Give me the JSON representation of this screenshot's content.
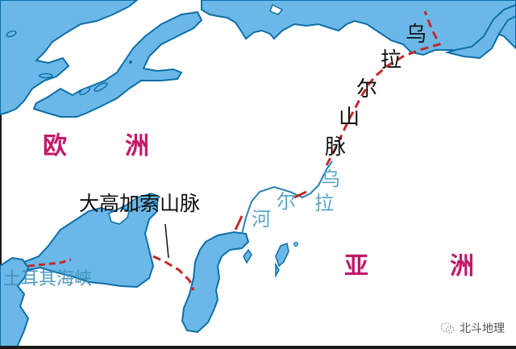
{
  "map": {
    "colors": {
      "water": "#6bb8e8",
      "coast": "#0d6fa8",
      "land": "#ffffff",
      "boundary": "#c62828",
      "continent_label": "#c2186a",
      "river_label": "#5aa6c8"
    },
    "continents": [
      {
        "name": "欧",
        "id": "europe-1"
      },
      {
        "name": "洲",
        "id": "europe-2"
      },
      {
        "name": "亚",
        "id": "asia-1"
      },
      {
        "name": "洲",
        "id": "asia-2"
      }
    ],
    "mountains": {
      "ural": [
        "乌",
        "拉",
        "尔",
        "山",
        "脉"
      ],
      "caucasus": "大高加索山脉"
    },
    "river": {
      "ural_river": [
        "乌",
        "拉",
        "尔",
        "河"
      ]
    },
    "strait": "土耳其海峡",
    "watermark": "北斗地理"
  }
}
